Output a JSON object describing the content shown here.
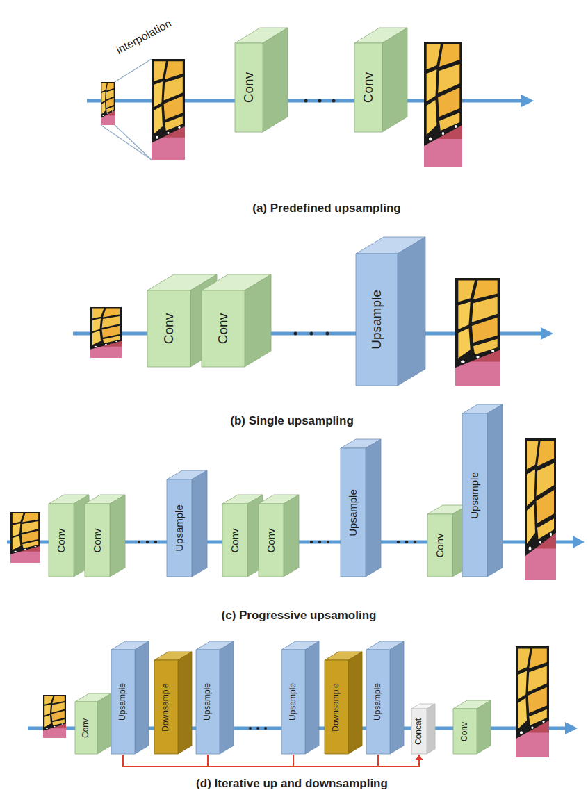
{
  "diagram": {
    "nodes": [
      {
        "text": [
          "Conv"
        ]
      },
      {
        "text": [
          "Conv"
        ]
      },
      {
        "text": [
          "Conv"
        ]
      },
      {
        "text": [
          "Conv"
        ]
      },
      {
        "text": [
          "Upsample"
        ]
      },
      {
        "text": [
          "Conv"
        ]
      },
      {
        "text": [
          "Conv"
        ]
      },
      {
        "text": [
          "Upsample"
        ]
      },
      {
        "text": [
          "Conv"
        ]
      },
      {
        "text": [
          "Conv"
        ]
      },
      {
        "text": [
          "Upsample"
        ]
      },
      {
        "text": [
          "Conv"
        ]
      },
      {
        "text": [
          "Upsample"
        ]
      },
      {
        "text": [
          "Conv"
        ]
      },
      {
        "text": [
          "Upsample"
        ]
      },
      {
        "text": [
          "Downsample"
        ]
      },
      {
        "text": [
          "Upsample"
        ]
      },
      {
        "text": [
          "Upsample"
        ]
      },
      {
        "text": [
          "Downsample"
        ]
      },
      {
        "text": [
          "Upsample"
        ]
      },
      {
        "text": [
          "Concat"
        ]
      },
      {
        "text": [
          "Conv"
        ]
      }
    ],
    "edges": [
      {
        "from": 14,
        "to": 20,
        "arrow": "to"
      },
      {
        "from": 16,
        "to": 20,
        "arrow": "to"
      },
      {
        "from": 17,
        "to": 20,
        "arrow": "to"
      },
      {
        "from": 19,
        "to": 20,
        "arrow": "to"
      }
    ],
    "labels": [
      "interpolation",
      "(a) Predefined upsampling",
      "(b) Single upsampling",
      "(c) Progressive upsamoling",
      "(d) Iterative up and downsampling"
    ]
  }
}
